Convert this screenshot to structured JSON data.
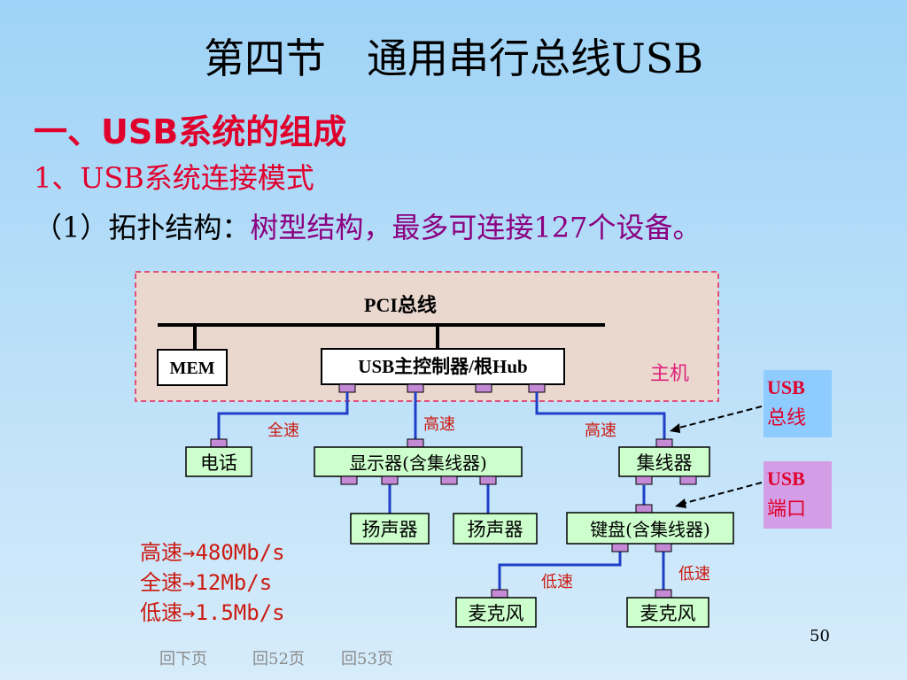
{
  "slide": {
    "title": "第四节　通用串行总线USB",
    "heading1": "一、USB系统的组成",
    "heading1_1": "1、USB系统连接模式",
    "topology_prefix": "（1）拓扑结构：",
    "topology_text": "树型结构，最多可连接127个设备。"
  },
  "diagram": {
    "bus_label": "PCI总线",
    "host_label": "主机",
    "mem": "MEM",
    "host_controller": "USB主控制器/根Hub",
    "telephone": "电话",
    "monitor": "显示器(含集线器)",
    "hub": "集线器",
    "speaker_1": "扬声器",
    "speaker_2": "扬声器",
    "keyboard": "键盘(含集线器)",
    "microphone_1": "麦克风",
    "microphone_2": "麦克风",
    "speed_full": "全速",
    "speed_high_1": "高速",
    "speed_high_2": "高速",
    "speed_low_1": "低速",
    "speed_low_2": "低速",
    "usb_bus_line1": "USB",
    "usb_bus_line2": "总线",
    "usb_port_line1": "USB",
    "usb_port_line2": "端口"
  },
  "legend": [
    "高速→480Mb/s",
    "全速→12Mb/s",
    "低速→1.5Mb/s"
  ],
  "footer": {
    "page_number": "50",
    "nav_next": "回下页",
    "nav_52": "回52页",
    "nav_53": "回53页"
  },
  "colors": {
    "title_red": "#e0002c",
    "cable_blue": "#1f3fc8",
    "port_purple": "#c58ad6",
    "node_fill": "#ccffcc",
    "host_fill": "#ead8cf",
    "host_border": "#e0507a",
    "usb_bus_fill": "#8ecbff",
    "usb_port_fill": "#d49ee6",
    "speed_red": "#cc1a10"
  }
}
